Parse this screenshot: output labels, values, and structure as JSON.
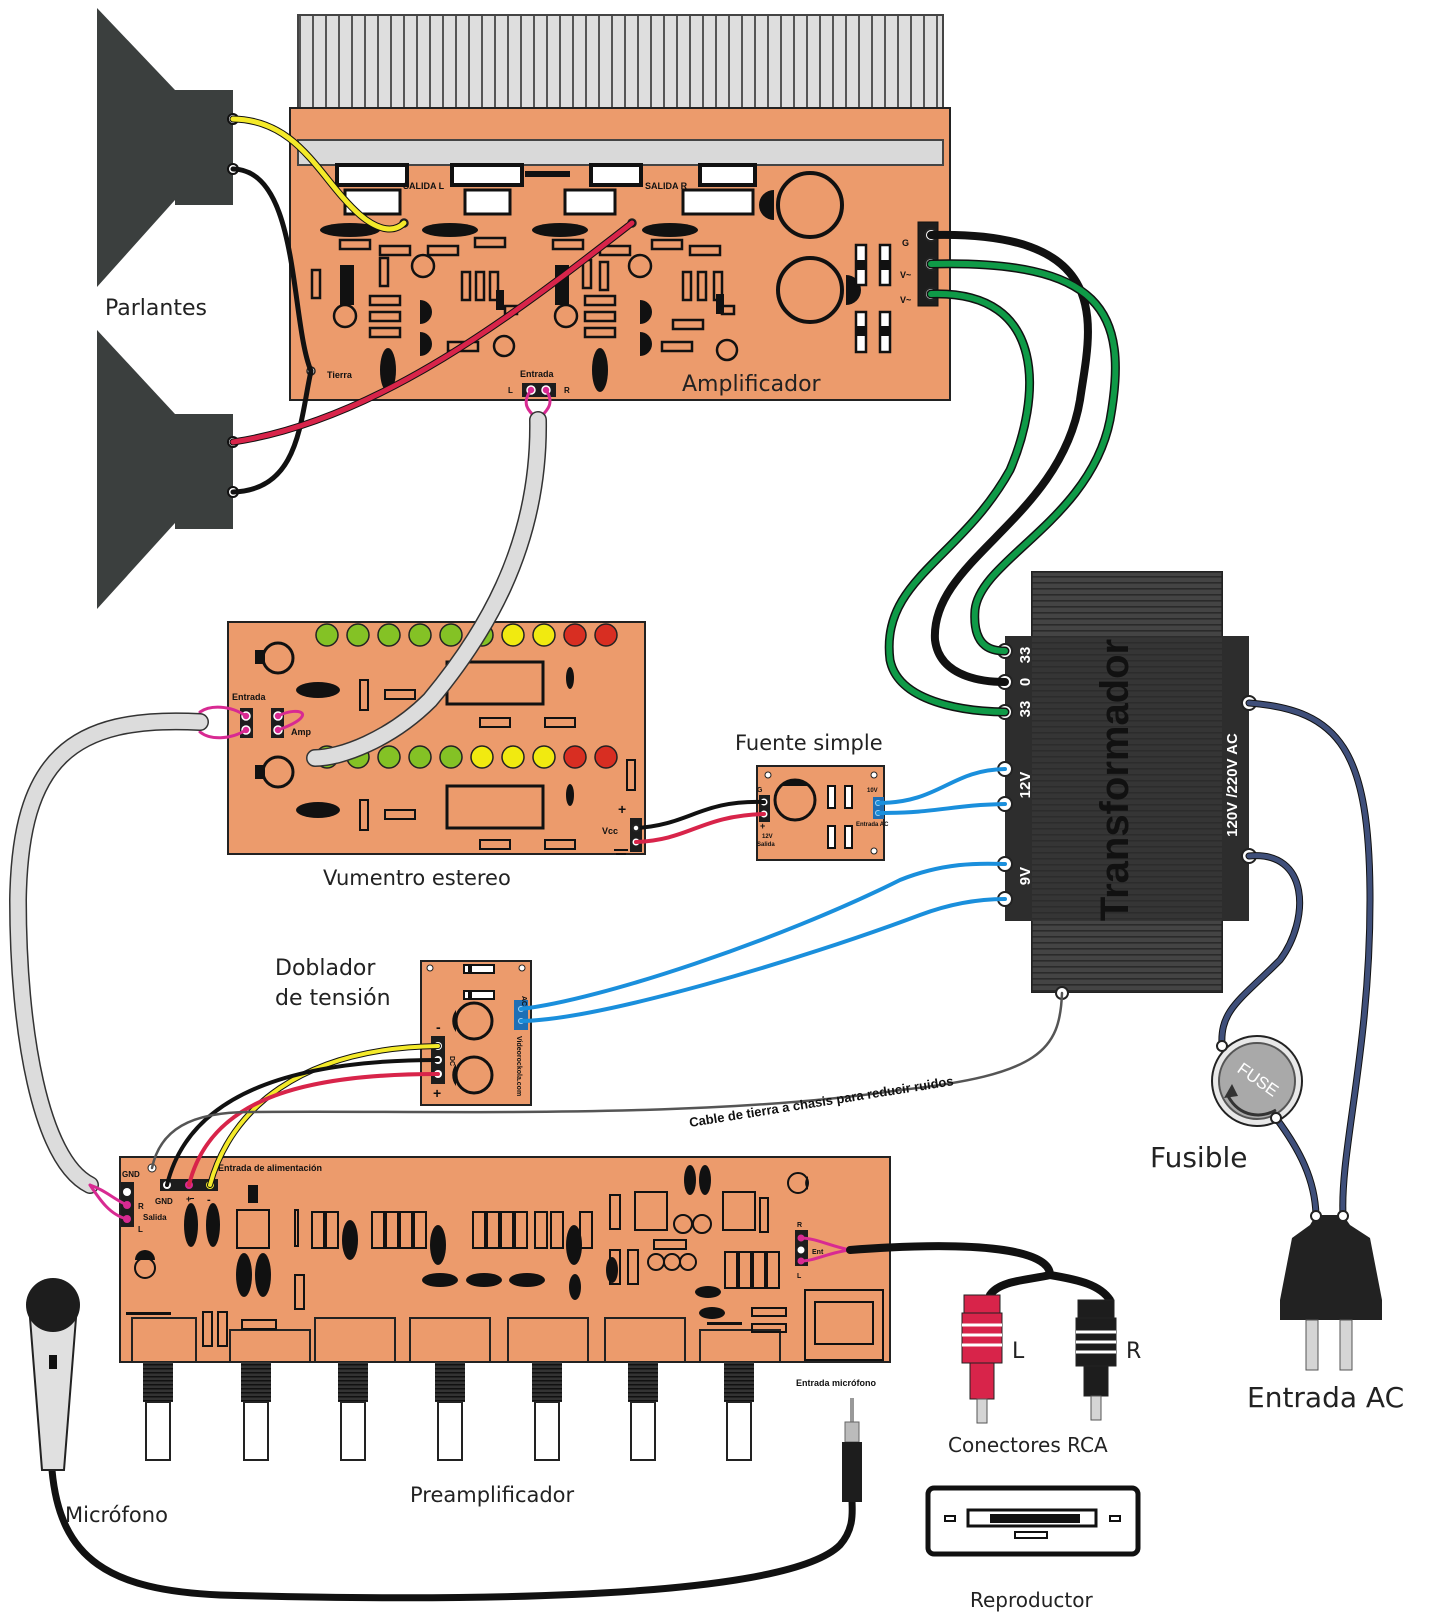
{
  "labels": {
    "speakers": "Parlantes",
    "amplifier": "Amplificador",
    "vumeter": "Vumentro estereo",
    "simple_supply": "Fuente simple",
    "doubler_line1": "Doblador",
    "doubler_line2": "de tensión",
    "preamp": "Preamplificador",
    "microphone": "Micrófono",
    "rca_connectors": "Conectores RCA",
    "player": "Reproductor",
    "fuse": "Fusible",
    "ac_input": "Entrada AC",
    "transformer": "Transformador",
    "ground_cable": "Cable de tierra a chasis para reducir ruidos",
    "mic_input": "Entrada micrófono",
    "fuse_badge": "FUSE",
    "rca_left": "L",
    "rca_right": "R"
  },
  "amplifier": {
    "output_left": "SALIDA L",
    "output_right": "SALIDA R",
    "ground": "Tierra",
    "input": "Entrada",
    "in_l": "L",
    "in_r": "R",
    "term_g": "G",
    "term_v1": "V~",
    "term_v2": "V~"
  },
  "vumeter": {
    "input": "Entrada",
    "amp": "Amp",
    "vcc": "Vcc",
    "plus": "+"
  },
  "supply": {
    "g": "G",
    "plus": "+",
    "v12": "12V",
    "output": "Salida",
    "v10": "10V",
    "ac_in": "Entrada AC"
  },
  "doubler": {
    "ac": "AC",
    "dc": "DC",
    "minus": "-",
    "plus": "+",
    "brand": "Videorockola.com"
  },
  "preamp": {
    "gnd_top": "GND",
    "r": "R",
    "out": "Salida",
    "l": "L",
    "gnd": "GND",
    "plus": "+",
    "minus": "-",
    "power_input": "Entrada de alimentación",
    "in_r": "R",
    "in_ent": "Ent",
    "in_l": "L"
  },
  "transformer": {
    "tap_33a": "33",
    "tap_0": "0",
    "tap_33b": "33",
    "tap_12": "12V",
    "tap_9": "9V",
    "primary": "120V /220V AC"
  },
  "colors": {
    "board": "#ec9b6c",
    "board_edge": "#222222",
    "speaker": "#3b3f3e",
    "wire_yellow": "#f4ea2a",
    "wire_red": "#d8244a",
    "wire_black": "#111111",
    "wire_green": "#0f9a47",
    "wire_blue": "#1a8fdc",
    "wire_navy": "#3f4f7a",
    "wire_gray": "#dcdcdc",
    "pin_magenta": "#d82a92",
    "led_green": "#84c225",
    "led_yellow": "#f1ea10",
    "led_red": "#d82e22",
    "transformer": "#2d2d2d"
  }
}
